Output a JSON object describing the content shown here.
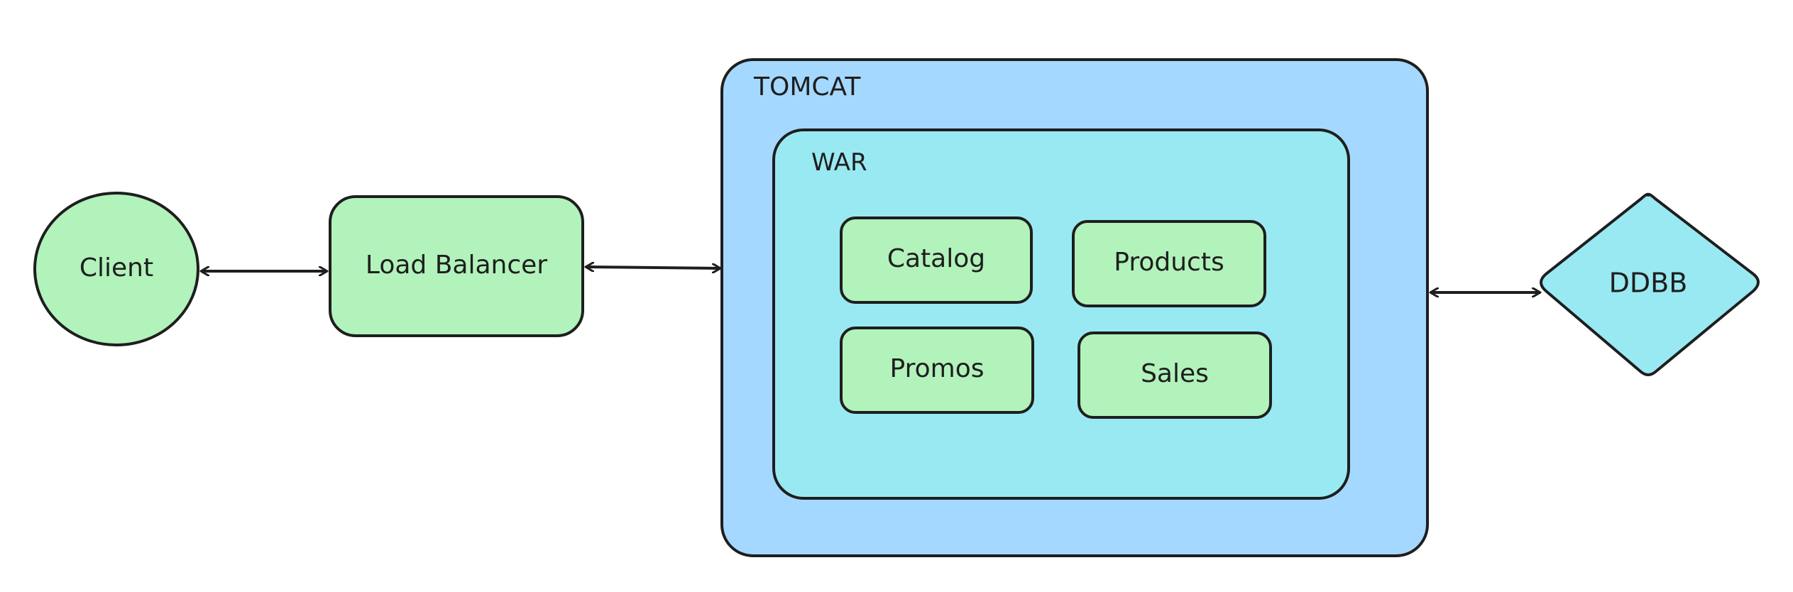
{
  "diagram": {
    "client": {
      "label": "Client"
    },
    "load_balancer": {
      "label": "Load Balancer"
    },
    "tomcat": {
      "label": "TOMCAT"
    },
    "war": {
      "label": "WAR"
    },
    "modules": {
      "catalog": "Catalog",
      "products": "Products",
      "promos": "Promos",
      "sales": "Sales"
    },
    "database": {
      "label": "DDBB"
    }
  },
  "colors": {
    "stroke": "#1e1e1e",
    "green_fill": "#b2f2bb",
    "blue_fill": "#a5d8ff",
    "cyan_fill": "#99e9f2"
  }
}
